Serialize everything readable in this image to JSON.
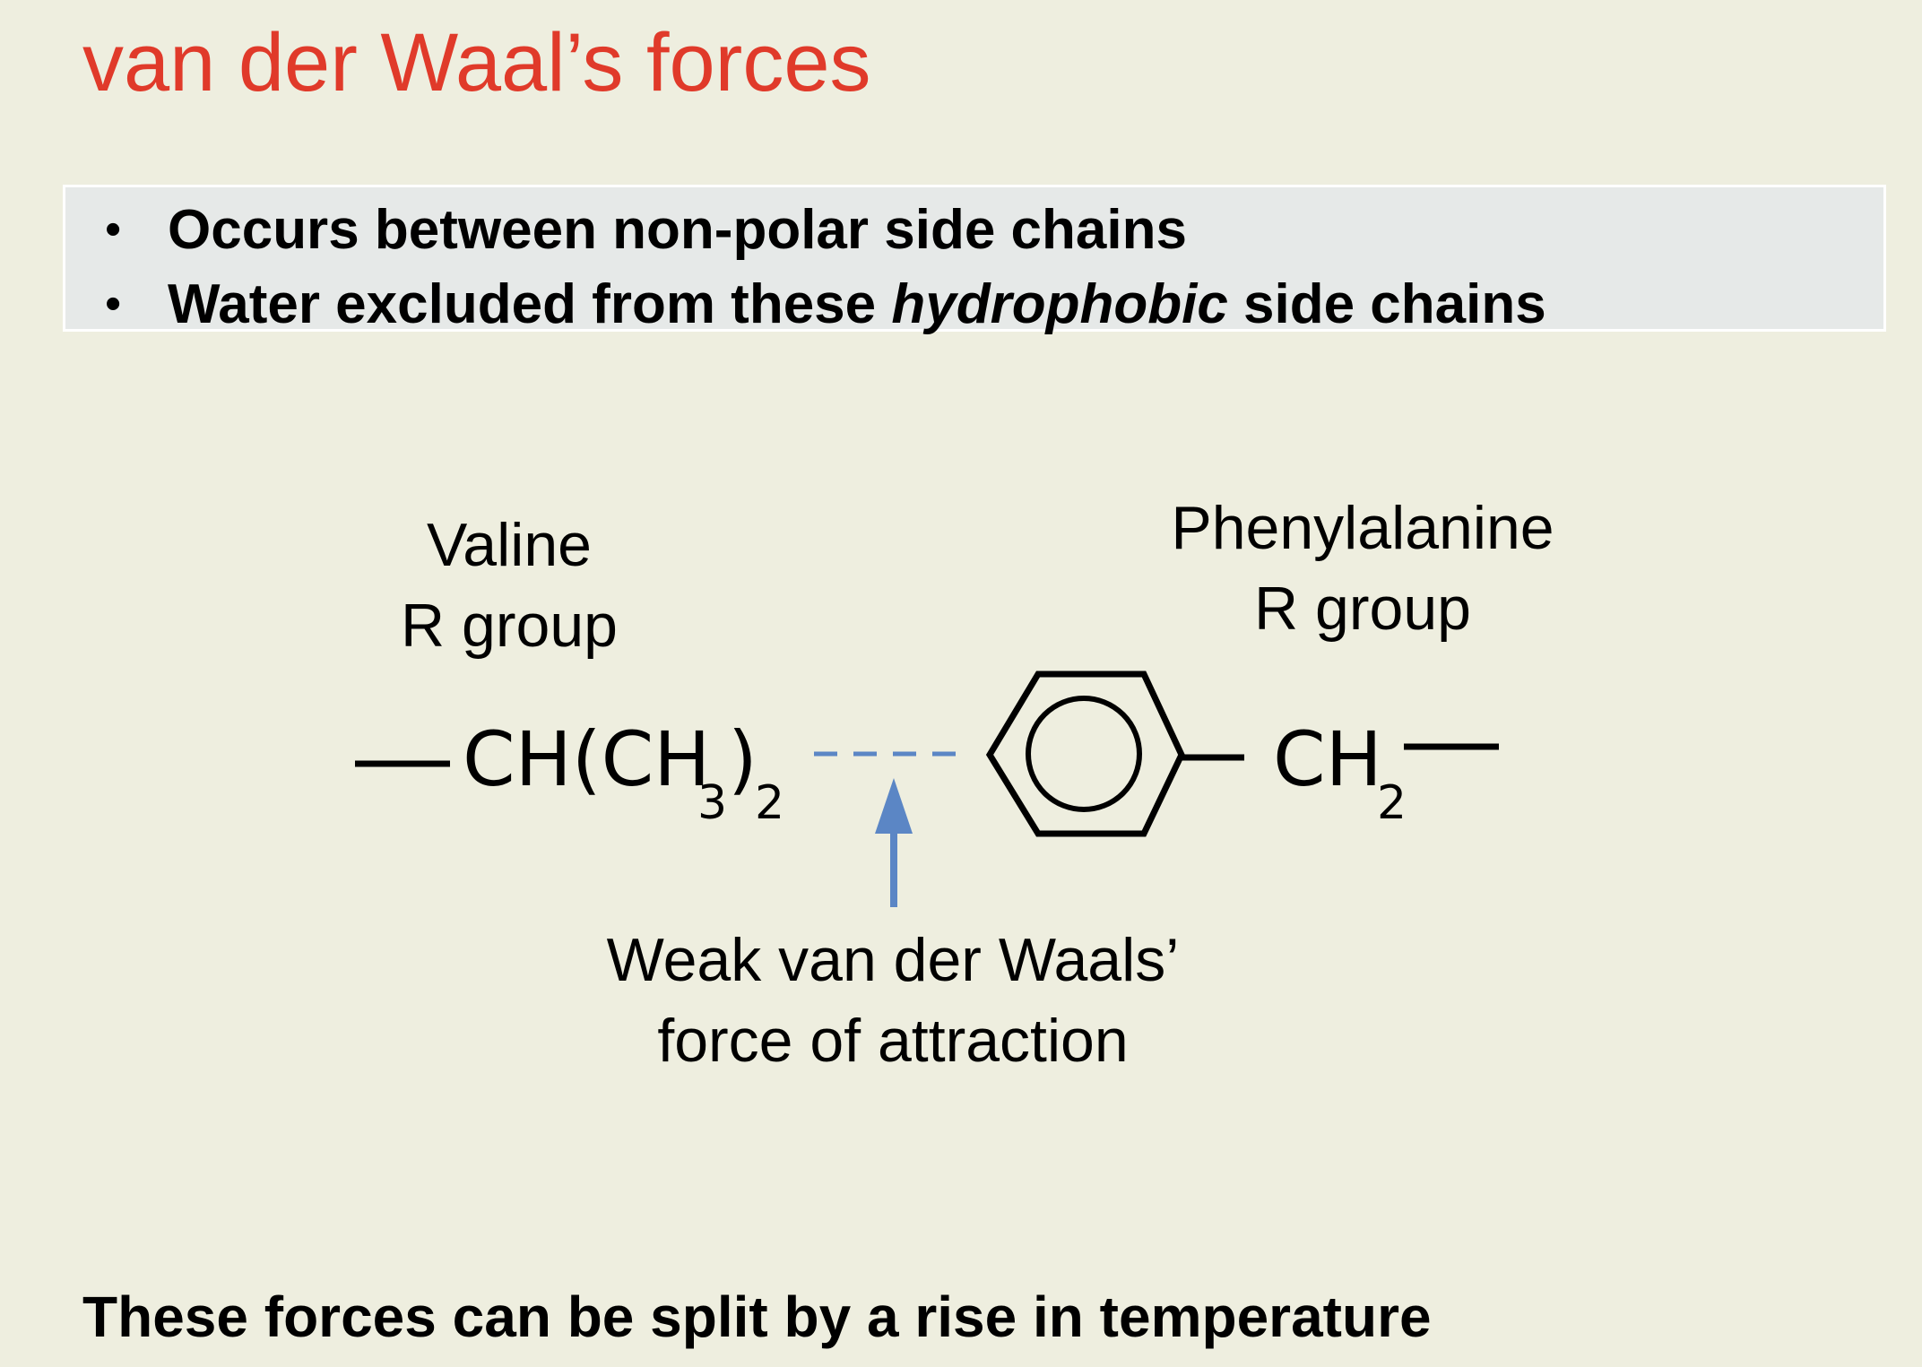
{
  "slide": {
    "title": "van der Waal’s forces",
    "bullets": [
      {
        "text": "Occurs between non-polar side chains",
        "before": "Occurs between non-polar side chains",
        "emphasis": "",
        "after": ""
      },
      {
        "text": "Water excluded from these hydrophobic side chains",
        "before": "Water excluded from these ",
        "emphasis": "hydrophobic",
        "after": " side chains"
      }
    ],
    "bullet_symbol": "•",
    "footer": "These forces can be split by a rise in temperature"
  },
  "diagram": {
    "valine": {
      "label_line1": "Valine",
      "label_line2": "R group",
      "formula_main": "CH(CH",
      "formula_sub3": "3",
      "formula_close": ")",
      "formula_sub2": "2"
    },
    "phenylalanine": {
      "label_line1": "Phenylalanine",
      "label_line2": "R group",
      "formula_main": "CH",
      "formula_sub2": "2"
    },
    "attraction": {
      "label_line1": "Weak van der Waals’",
      "label_line2": "force of attraction"
    }
  },
  "colors": {
    "background": "#eeeedf",
    "title": "#e03a2a",
    "bullet_box": "#e6e9e8",
    "attraction": "#5b86c5",
    "text": "#000000"
  }
}
